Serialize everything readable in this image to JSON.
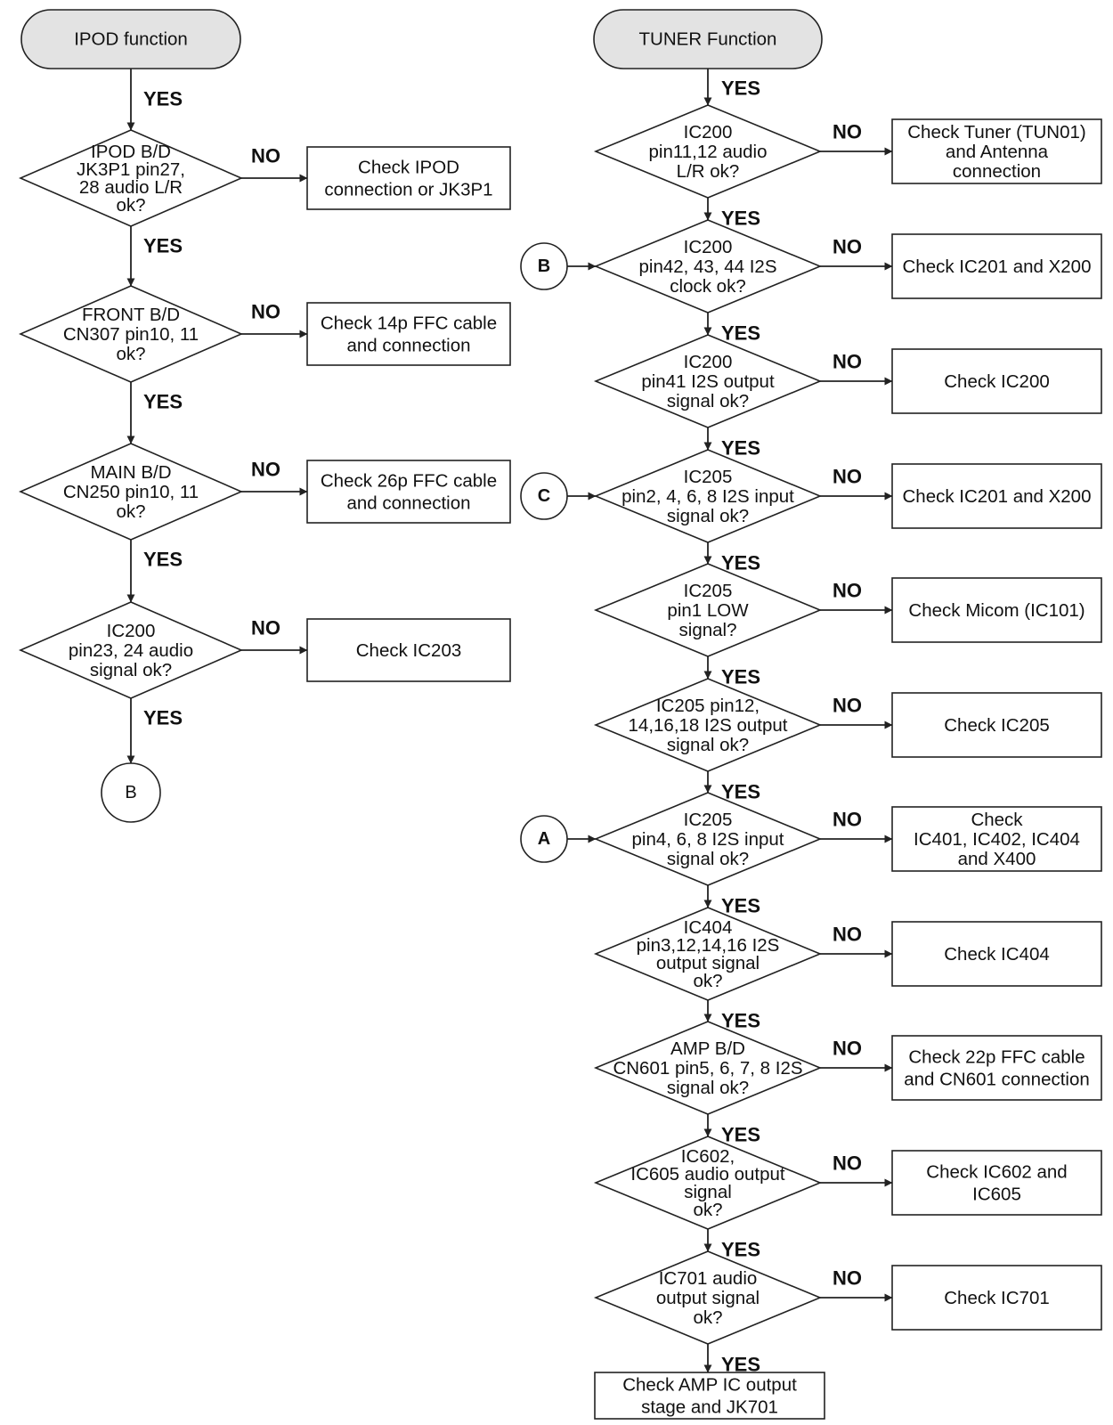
{
  "labels": {
    "yes": "YES",
    "no": "NO"
  },
  "left": {
    "start": "IPOD function",
    "decisions": [
      {
        "lines": [
          "IPOD B/D",
          "JK3P1 pin27,",
          "28 audio L/R",
          "ok?"
        ],
        "fail": [
          "Check IPOD",
          "connection or JK3P1"
        ]
      },
      {
        "lines": [
          "FRONT B/D",
          "CN307 pin10, 11",
          "ok?"
        ],
        "fail": [
          "Check 14p FFC cable",
          "and connection"
        ]
      },
      {
        "lines": [
          "MAIN B/D",
          "CN250 pin10, 11",
          "ok?"
        ],
        "fail": [
          "Check 26p FFC cable",
          "and connection"
        ]
      },
      {
        "lines": [
          "IC200",
          "pin23, 24 audio",
          "signal ok?"
        ],
        "fail": [
          "Check IC203"
        ]
      }
    ],
    "end_connector": "B"
  },
  "right": {
    "start": "TUNER Function",
    "decisions": [
      {
        "lines": [
          "IC200",
          "pin11,12 audio",
          "L/R ok?"
        ],
        "fail": [
          "Check Tuner (TUN01)",
          "and Antenna",
          "connection"
        ]
      },
      {
        "lines": [
          "IC200",
          "pin42, 43, 44 I2S",
          "clock ok?"
        ],
        "fail": [
          "Check IC201 and X200"
        ],
        "connector": "B"
      },
      {
        "lines": [
          "IC200",
          "pin41 I2S output",
          "signal ok?"
        ],
        "fail": [
          "Check IC200"
        ]
      },
      {
        "lines": [
          "IC205",
          "pin2, 4, 6, 8 I2S input",
          "signal ok?"
        ],
        "fail": [
          "Check IC201 and X200"
        ],
        "connector": "C"
      },
      {
        "lines": [
          "IC205",
          "pin1 LOW",
          "signal?"
        ],
        "fail": [
          "Check Micom (IC101)"
        ]
      },
      {
        "lines": [
          "IC205 pin12,",
          "14,16,18 I2S output",
          "signal ok?"
        ],
        "fail": [
          "Check IC205"
        ]
      },
      {
        "lines": [
          "IC205",
          "pin4, 6, 8 I2S input",
          "signal ok?"
        ],
        "fail": [
          "Check",
          "IC401, IC402, IC404",
          "and X400"
        ],
        "connector": "A"
      },
      {
        "lines": [
          "IC404",
          "pin3,12,14,16 I2S",
          "output signal",
          "ok?"
        ],
        "fail": [
          "Check IC404"
        ]
      },
      {
        "lines": [
          "AMP B/D",
          "CN601 pin5, 6, 7, 8 I2S",
          "signal ok?"
        ],
        "fail": [
          "Check 22p FFC cable",
          "and CN601 connection"
        ]
      },
      {
        "lines": [
          "IC602,",
          "IC605 audio output",
          "signal",
          "ok?"
        ],
        "fail": [
          "Check IC602 and",
          "IC605"
        ]
      },
      {
        "lines": [
          "IC701 audio",
          "output signal",
          "ok?"
        ],
        "fail": [
          "Check IC701"
        ]
      }
    ],
    "end": [
      "Check AMP IC output",
      "stage and JK701"
    ]
  }
}
